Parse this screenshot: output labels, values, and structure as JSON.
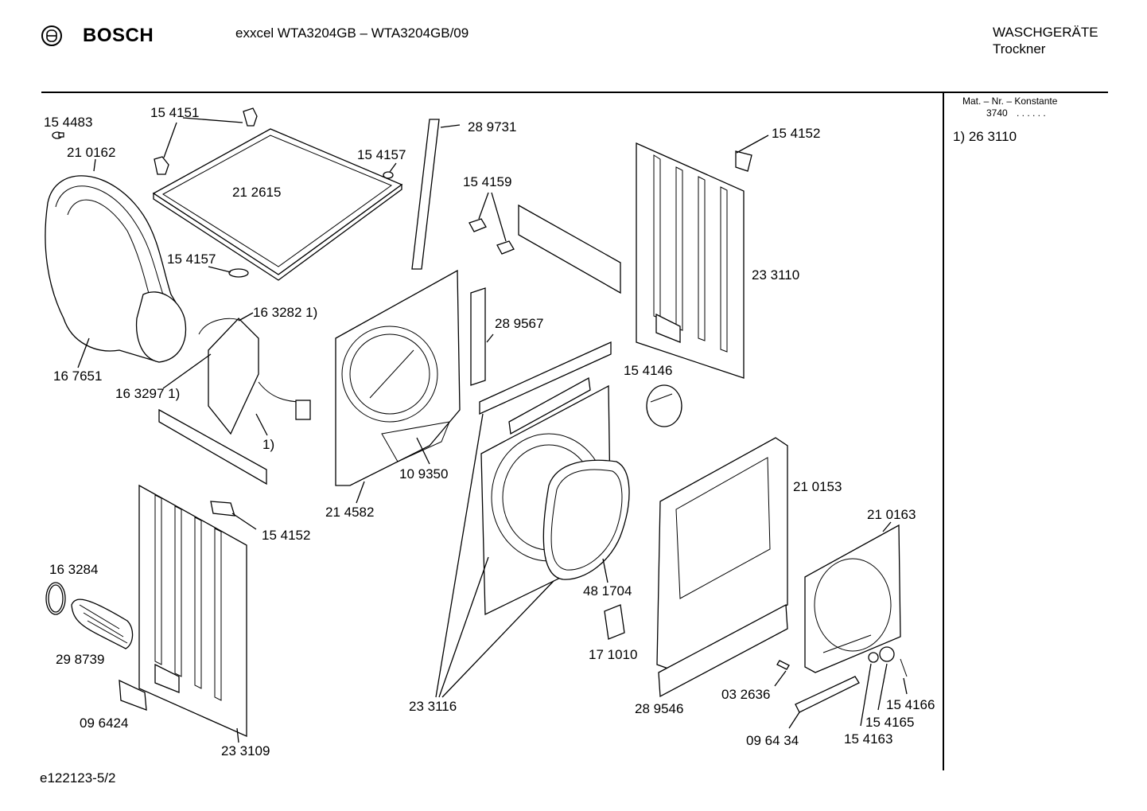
{
  "header": {
    "brand": "BOSCH",
    "model": "exxcel WTA3204GB – WTA3204GB/09",
    "category": "WASCHGERÄTE",
    "subcategory": "Trockner"
  },
  "side": {
    "mat_label": "Mat. – Nr. – Konstante",
    "mat_value": "3740",
    "mat_dots": ". . . . . .",
    "note": "1) 26 3110"
  },
  "footer": {
    "ref": "e122123-5/2"
  },
  "labels": {
    "l154483": "15 4483",
    "l154151": "15 4151",
    "l210162": "21 0162",
    "l212615": "21 2615",
    "l154157a": "15 4157",
    "l154157b": "15 4157",
    "l289731": "28 9731",
    "l154159": "15 4159",
    "l154152a": "15 4152",
    "l233110": "23 3110",
    "l163282": "16 3282 1)",
    "l167651": "16 7651",
    "l163297": "16 3297 1)",
    "l1note": "1)",
    "l289567": "28 9567",
    "l154146": "15 4146",
    "l109350": "10 9350",
    "l214582": "21 4582",
    "l210153": "21 0153",
    "l210163": "21 0163",
    "l154152b": "15 4152",
    "l163284": "16 3284",
    "l298739": "29 8739",
    "l096424": "09 6424",
    "l233109": "23 3109",
    "l481704": "48 1704",
    "l171010": "17 1010",
    "l233116": "23 3116",
    "l289546": "28 9546",
    "l032636": "03 2636",
    "l096434": "09 64 34",
    "l154166": "15 4166",
    "l154165": "15 4165",
    "l154163": "15 4163"
  }
}
